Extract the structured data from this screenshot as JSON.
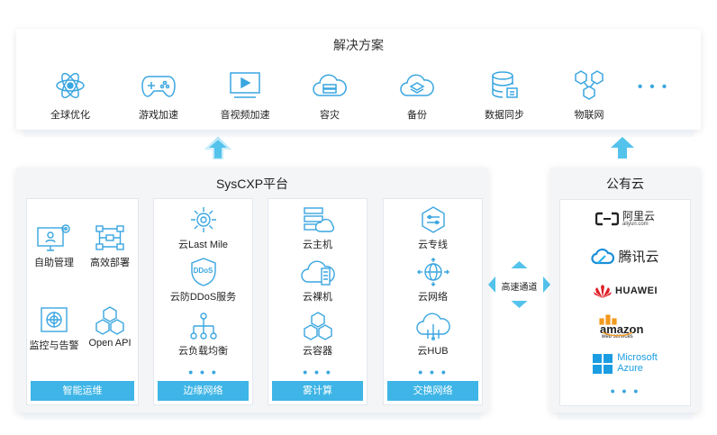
{
  "solutions": {
    "title": "解决方案",
    "items": [
      {
        "label": "全球优化",
        "icon": "atom-icon"
      },
      {
        "label": "游戏加速",
        "icon": "gamepad-icon"
      },
      {
        "label": "音视频加速",
        "icon": "video-play-icon"
      },
      {
        "label": "容灾",
        "icon": "cloud-server-icon"
      },
      {
        "label": "备份",
        "icon": "cloud-layers-icon"
      },
      {
        "label": "数据同步",
        "icon": "database-sync-icon"
      },
      {
        "label": "物联网",
        "icon": "iot-hex-icon"
      }
    ],
    "more": "• • •"
  },
  "syscxp": {
    "title": "SysCXP平台",
    "columns": [
      {
        "footer": "智能运维",
        "items": [
          "自助管理",
          "高效部署",
          "监控与告警",
          "Open API"
        ]
      },
      {
        "footer": "边缘网络",
        "items": [
          "云Last Mile",
          "云防DDoS服务",
          "云负载均衡"
        ],
        "more": "• • •"
      },
      {
        "footer": "雾计算",
        "items": [
          "云主机",
          "云裸机",
          "云容器"
        ],
        "more": "• • •"
      },
      {
        "footer": "交换网络",
        "items": [
          "云专线",
          "云网络",
          "云HUB"
        ],
        "more": "• • •"
      }
    ],
    "ddos_icon_text": "DDoS"
  },
  "tunnel": {
    "label": "高速通道"
  },
  "public_cloud": {
    "title": "公有云",
    "providers": {
      "aliyun": {
        "name": "阿里云",
        "sub": "aliyun.com"
      },
      "tencent": {
        "name": "腾讯云"
      },
      "huawei": {
        "name": "HUAWEI"
      },
      "amazon": {
        "name": "amazon",
        "sub": "web services"
      },
      "azure": {
        "name": "Microsoft",
        "sub": "Azure"
      }
    },
    "more": "• • •"
  },
  "colors": {
    "accent": "#3aa6e0",
    "footer": "#3eb5e6",
    "panel": "#f3f5f7"
  }
}
